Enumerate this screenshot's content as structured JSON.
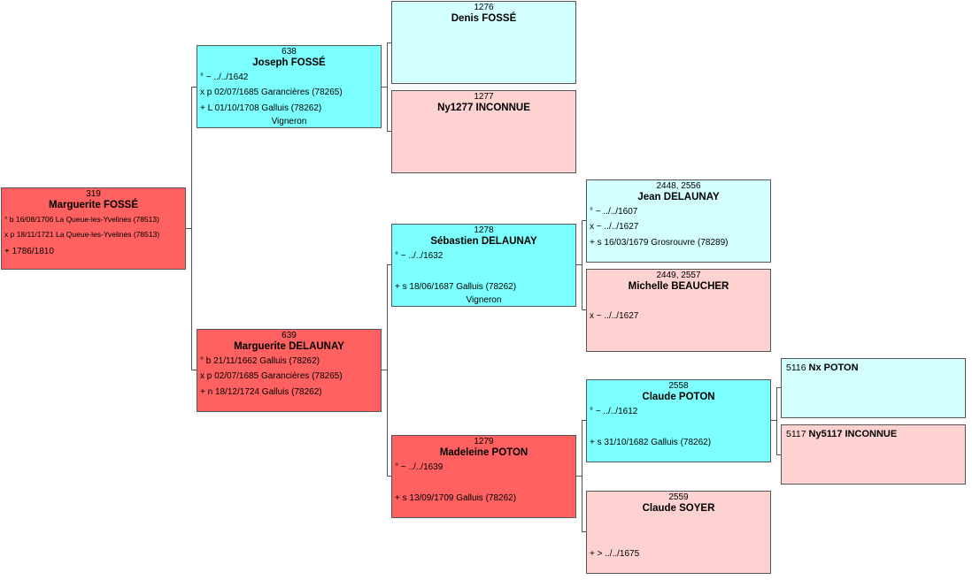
{
  "persons": {
    "p319": {
      "sosa": "319",
      "name": "Marguerite FOSSÉ",
      "birth": "° b 16/08/1706 La Queue-les-Yvelines (78513)",
      "marriage": "x p 18/11/1721 La Queue-les-Yvelines (78513)",
      "death": "+ 1786/1810"
    },
    "p638": {
      "sosa": "638",
      "name": "Joseph FOSSÉ",
      "birth": "° ~ ../../1642",
      "marriage": "x p 02/07/1685 Garancières (78265)",
      "death": "+ L 01/10/1708 Galluis (78262)",
      "occupation": "Vigneron"
    },
    "p639": {
      "sosa": "639",
      "name": "Marguerite DELAUNAY",
      "birth": "° b 21/11/1662 Galluis (78262)",
      "marriage": "x p 02/07/1685 Garancières (78265)",
      "death": "+ n 18/12/1724 Galluis (78262)"
    },
    "p1276": {
      "sosa": "1276",
      "name": "Denis FOSSÉ"
    },
    "p1277": {
      "sosa": "1277",
      "name": "Ny1277 INCONNUE"
    },
    "p1278": {
      "sosa": "1278",
      "name": "Sébastien DELAUNAY",
      "birth": "° ~ ../../1632",
      "death": "+ s 18/06/1687 Galluis (78262)",
      "occupation": "Vigneron"
    },
    "p1279": {
      "sosa": "1279",
      "name": "Madeleine POTON",
      "birth": "° ~ ../../1639",
      "death": "+ s 13/09/1709 Galluis (78262)"
    },
    "p2556": {
      "sosa": "2448, 2556",
      "name": "Jean DELAUNAY",
      "birth": "° ~ ../../1607",
      "marriage": "x ~ ../../1627",
      "death": "+ s 16/03/1679 Grosrouvre (78289)"
    },
    "p2557": {
      "sosa": "2449, 2557",
      "name": "Michelle BEAUCHER",
      "marriage": "x ~ ../../1627"
    },
    "p2558": {
      "sosa": "2558",
      "name": "Claude POTON",
      "birth": "° ~ ../../1612",
      "death": "+ s 31/10/1682 Galluis (78262)"
    },
    "p2559": {
      "sosa": "2559",
      "name": "Claude SOYER",
      "death": "+ > ../../1675"
    },
    "p5116": {
      "sosa": "5116",
      "name": "Nx POTON"
    },
    "p5117": {
      "sosa": "5117",
      "name": "Ny5117 INCONNUE"
    }
  },
  "colors": {
    "female_direct": "#ff6161",
    "male_direct": "#7bffff",
    "male_light": "#d4ffff",
    "female_light": "#ffd2d2",
    "line": "#555555"
  }
}
